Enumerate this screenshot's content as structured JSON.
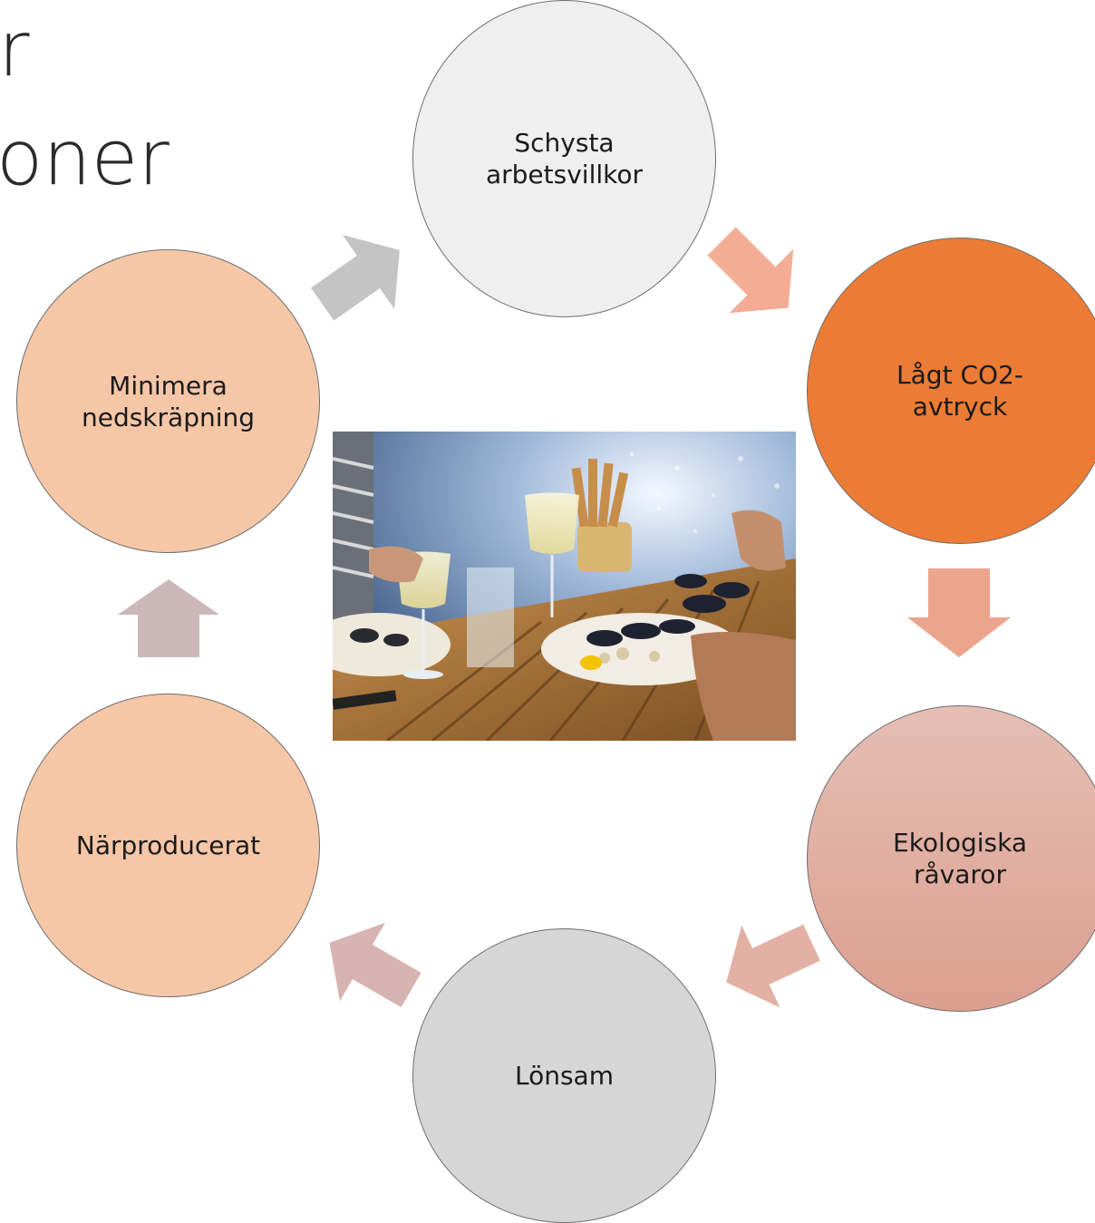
{
  "title": {
    "line1": "r",
    "line2": "oner"
  },
  "cycle": {
    "nodes": [
      {
        "id": "schysta",
        "label": "Schysta\narbetsvillkor",
        "color": "#efefef"
      },
      {
        "id": "co2",
        "label": "Lågt CO2-\navtryck",
        "color": "#ec7c35"
      },
      {
        "id": "eko",
        "label": "Ekologiska\nråvaror",
        "color": "#dfa898"
      },
      {
        "id": "lonsam",
        "label": "Lönsam",
        "color": "#d6d6d6"
      },
      {
        "id": "nar",
        "label": "Närproducerat",
        "color": "#f6c7a7"
      },
      {
        "id": "minimera",
        "label": "Minimera\nnedskräpning",
        "color": "#f6c7a7"
      }
    ],
    "arrow_colors": [
      "#f4ad94",
      "#eca58d",
      "#e2b0a4",
      "#d7b4b1",
      "#cdb8b9",
      "#c4c4c4"
    ],
    "center_image": "photo of seafood meal with mussels and wine glasses on a sunny terrace table"
  }
}
